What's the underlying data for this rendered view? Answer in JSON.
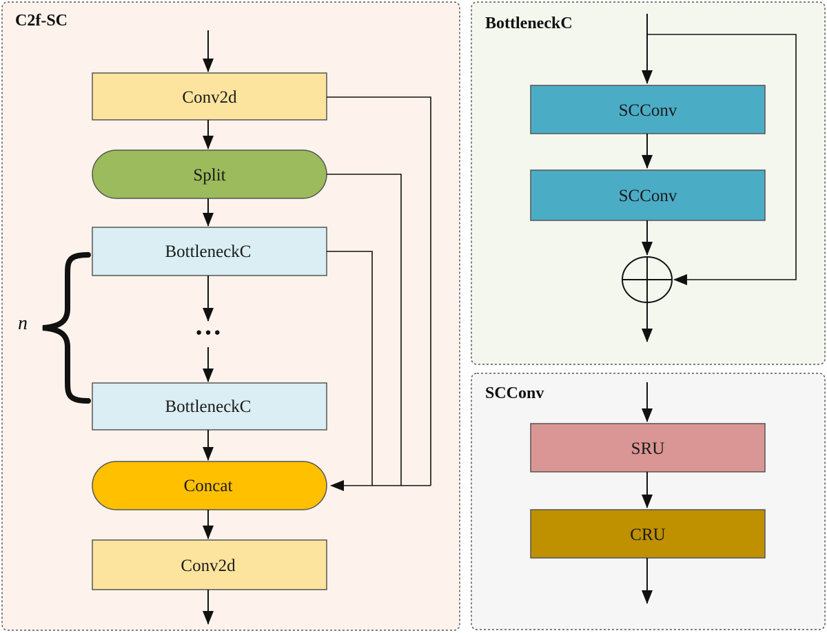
{
  "panels": {
    "c2f": {
      "title": "C2f-SC",
      "bg": "#fdf3ec"
    },
    "bottleneck": {
      "title": "BottleneckC",
      "bg": "#f3f7ee"
    },
    "scconv": {
      "title": "SCConv",
      "bg": "#f6f6f6"
    }
  },
  "c2f_nodes": {
    "conv_top": "Conv2d",
    "split": "Split",
    "bottleneck_1": "BottleneckC",
    "ellipsis": "···",
    "bottleneck_n": "BottleneckC",
    "concat": "Concat",
    "conv_bottom": "Conv2d",
    "repeat_label": "n"
  },
  "bottleneck_nodes": {
    "scconv_1": "SCConv",
    "scconv_2": "SCConv",
    "add_symbol": "circle-plus"
  },
  "scconv_nodes": {
    "sru": "SRU",
    "cru": "CRU"
  },
  "colors": {
    "conv2d": "#fde49e",
    "split": "#9bbb5c",
    "bottleneck": "#daeef3",
    "concat": "#ffc000",
    "scconv": "#4bacc6",
    "sru": "#da9694",
    "cru": "#bf9000",
    "line": "#111111"
  }
}
